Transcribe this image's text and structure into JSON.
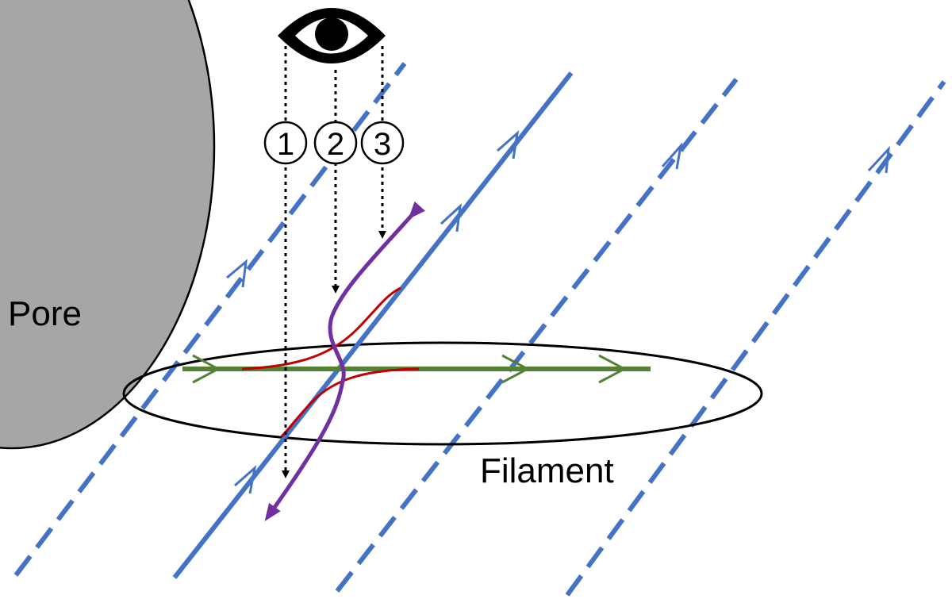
{
  "labels": {
    "pore": "Pore",
    "filament": "Filament",
    "view_1": "1",
    "view_2": "2",
    "view_3": "3"
  },
  "icons": {
    "observer": "eye-icon"
  },
  "colors": {
    "pore_fill": "#a6a6a6",
    "background_field": "#4472c4",
    "filament_axis_field": "#548235",
    "twisted_field_red": "#c00000",
    "twisted_field_purple": "#7030a0",
    "outline": "#000000"
  }
}
